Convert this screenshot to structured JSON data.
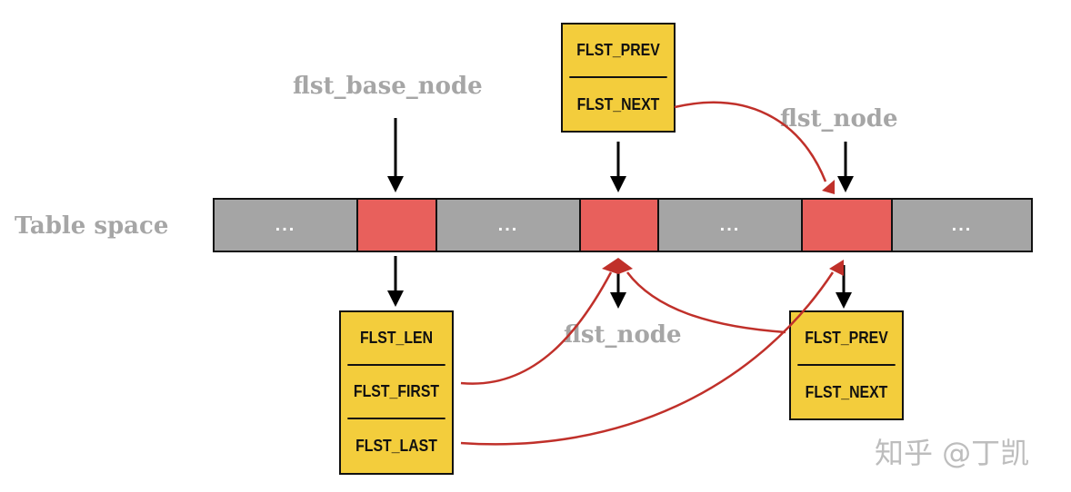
{
  "labels": {
    "table_space": "Table space",
    "flst_base_node": "flst_base_node",
    "flst_node_top": "flst_node",
    "flst_node_bottom": "flst_node"
  },
  "table_space_segments": [
    {
      "type": "gray",
      "text": "..."
    },
    {
      "type": "red",
      "text": ""
    },
    {
      "type": "gray",
      "text": "..."
    },
    {
      "type": "red",
      "text": ""
    },
    {
      "type": "gray",
      "text": "..."
    },
    {
      "type": "red",
      "text": ""
    },
    {
      "type": "gray",
      "text": "..."
    }
  ],
  "base_node_box": {
    "fields": [
      "FLST_LEN",
      "FLST_FIRST",
      "FLST_LAST"
    ]
  },
  "node_box_top": {
    "fields": [
      "FLST_PREV",
      "FLST_NEXT"
    ]
  },
  "node_box_right": {
    "fields": [
      "FLST_PREV",
      "FLST_NEXT"
    ]
  },
  "watermark": "知乎 @丁凯",
  "colors": {
    "segment_gray": "#a5a5a5",
    "segment_red": "#e8605c",
    "field_box": "#f3cd3c",
    "pointer_arrow": "#c0302a",
    "label_gray": "#a6a6a6"
  }
}
